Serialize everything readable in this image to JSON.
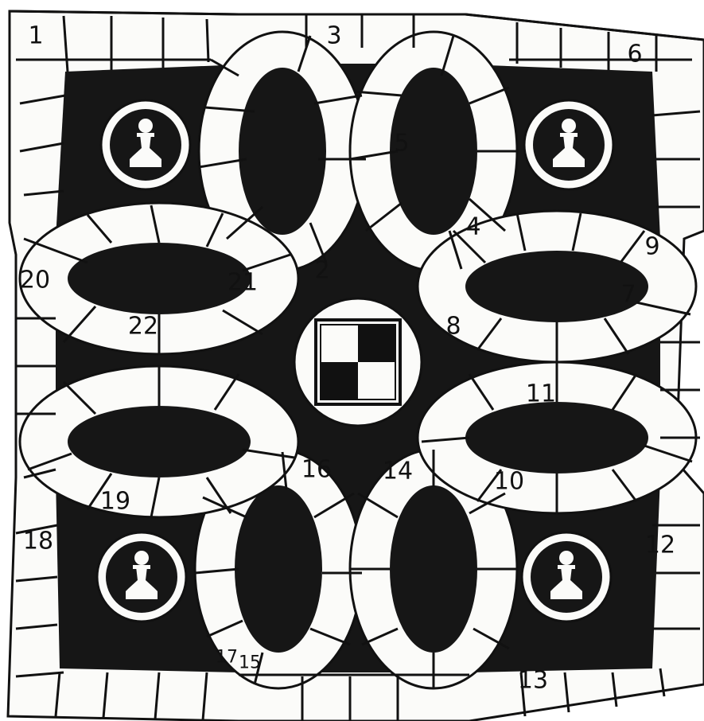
{
  "board": {
    "colors": {
      "ink": "#161616",
      "paper": "#fbfbf9"
    },
    "space_numbers": [
      "1",
      "2",
      "3",
      "4",
      "5",
      "6",
      "7",
      "8",
      "9",
      "10",
      "11",
      "12",
      "13",
      "14",
      "15",
      "16",
      "17",
      "18",
      "19",
      "20",
      "21",
      "22"
    ],
    "pawn_count": 4,
    "pawn_icon": "chess-pawn-icon",
    "center_icon": "checkered-square-icon"
  }
}
